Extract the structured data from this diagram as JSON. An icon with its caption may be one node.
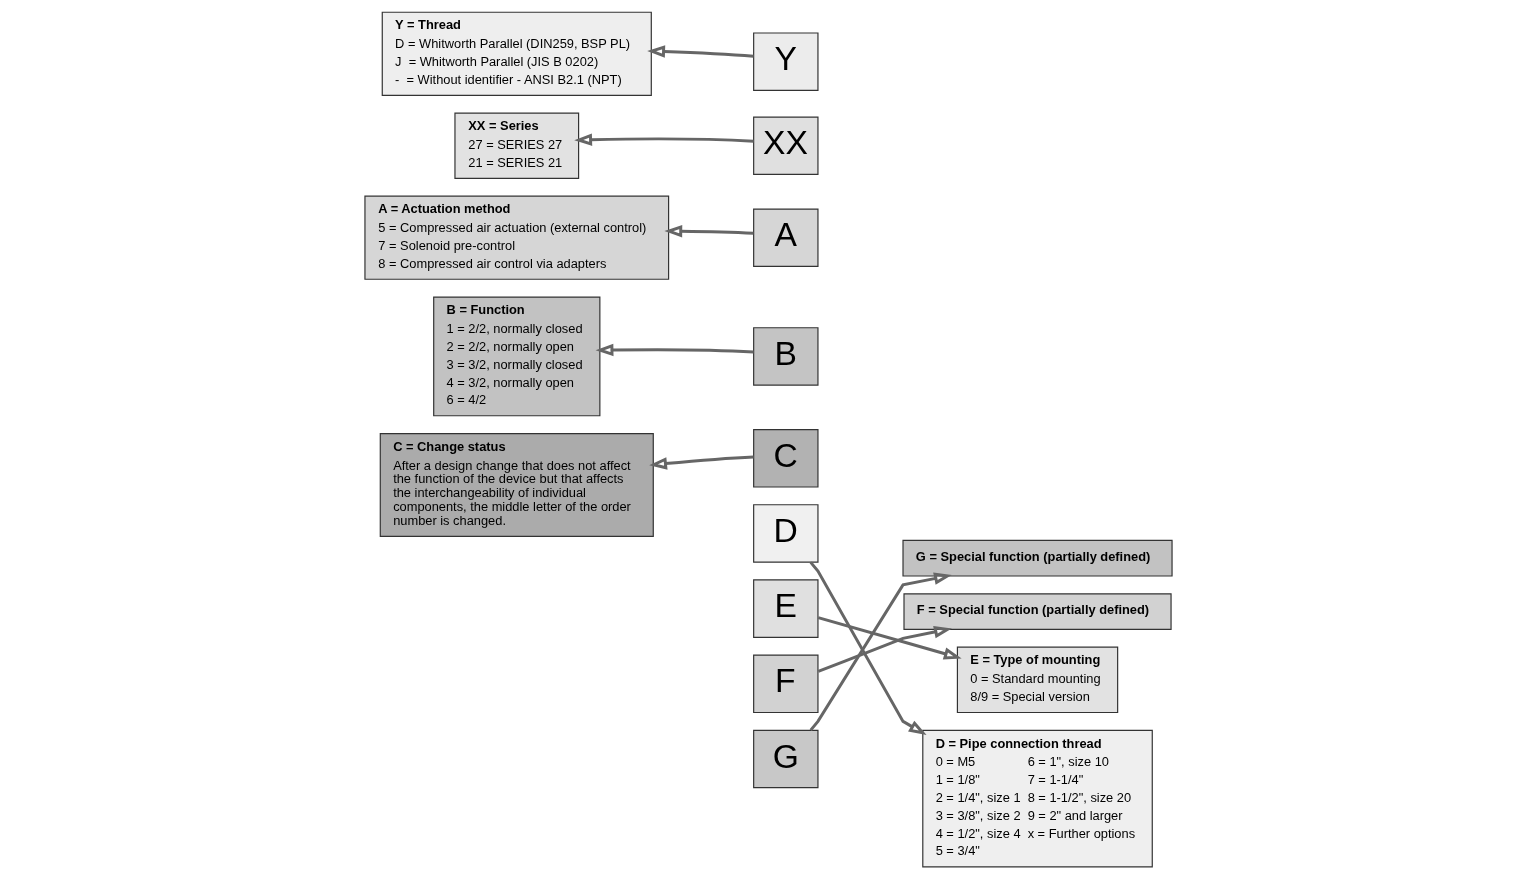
{
  "diagram": {
    "nodes": [
      {
        "text": [
          "Y"
        ]
      },
      {
        "text": [
          "XX"
        ]
      },
      {
        "text": [
          "A"
        ]
      },
      {
        "text": [
          "B"
        ]
      },
      {
        "text": [
          "C"
        ]
      },
      {
        "text": [
          "D"
        ]
      },
      {
        "text": [
          "E"
        ]
      },
      {
        "text": [
          "F"
        ]
      },
      {
        "text": [
          "G"
        ]
      },
      {
        "text": [
          "Y = Thread",
          "D = Whitworth Parallel (DIN259, BSP PL)",
          "J  = Whitworth Parallel (JIS B 0202)",
          "-  = Without identifier - ANSI B2.1 (NPT)"
        ]
      },
      {
        "text": [
          "XX = Series",
          "27 = SERIES 27",
          "21 = SERIES 21"
        ]
      },
      {
        "text": [
          "A = Actuation method",
          "5 = Compressed air actuation (external control)",
          "7 = Solenoid pre-control",
          "8 = Compressed air control via adapters"
        ]
      },
      {
        "text": [
          "B = Function",
          "1 = 2/2, normally closed",
          "2 = 2/2, normally open",
          "3 = 3/2, normally closed",
          "4 = 3/2, normally open",
          "6 = 4/2"
        ]
      },
      {
        "text": [
          "C = Change status",
          "After a design change that does not affect the function of the device but that affects the interchangeability of individual components, the middle letter of the order number is changed."
        ]
      },
      {
        "text": [
          "G = Special function (partially defined)"
        ]
      },
      {
        "text": [
          "F = Special function (partially defined)"
        ]
      },
      {
        "text": [
          "E = Type of mounting",
          "0 = Standard mounting",
          "8/9 = Special version"
        ]
      },
      {
        "text": [
          "D = Pipe connection thread",
          "0 = M5",
          "6 = 1\", size 10",
          "1 = 1/8\"",
          "7 = 1-1/4\"",
          "2 = 1/4\", size 1",
          "8 = 1-1/2\", size 20",
          "3 = 3/8\", size 2",
          "9 = 2\" and larger",
          "4 = 1/2\", size 4",
          "x = Further options",
          "5 = 3/4\""
        ]
      }
    ],
    "edges": [
      {
        "from": 0,
        "to": 9,
        "arrow": "to"
      },
      {
        "from": 1,
        "to": 10,
        "arrow": "to"
      },
      {
        "from": 2,
        "to": 11,
        "arrow": "to"
      },
      {
        "from": 3,
        "to": 12,
        "arrow": "to"
      },
      {
        "from": 4,
        "to": 13,
        "arrow": "to"
      },
      {
        "from": 5,
        "to": 17,
        "arrow": "to"
      },
      {
        "from": 6,
        "to": 16,
        "arrow": "to"
      },
      {
        "from": 7,
        "to": 15,
        "arrow": "to"
      },
      {
        "from": 8,
        "to": 14,
        "arrow": "to"
      }
    ]
  }
}
